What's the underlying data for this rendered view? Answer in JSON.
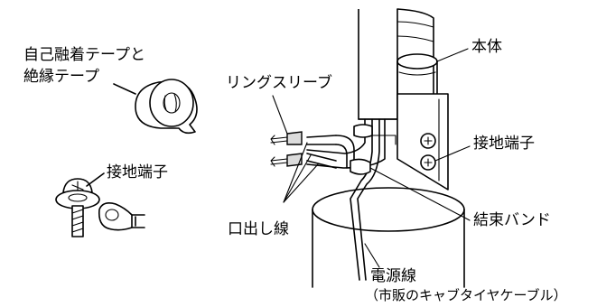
{
  "labels": {
    "tape_line1": "自己融着テープと",
    "tape_line2": "絶縁テープ",
    "ground_terminal_left": "接地端子",
    "ring_sleeve": "リングスリーブ",
    "lead_wires": "口出し線",
    "body": "本体",
    "ground_terminal_right": "接地端子",
    "binding_band": "結束バンド",
    "power_cable": "電源線",
    "power_cable_note": "（市販のキャブタイヤケーブル）"
  },
  "colors": {
    "line": "#000000",
    "background": "#ffffff",
    "shade": "#dcdcdc"
  }
}
